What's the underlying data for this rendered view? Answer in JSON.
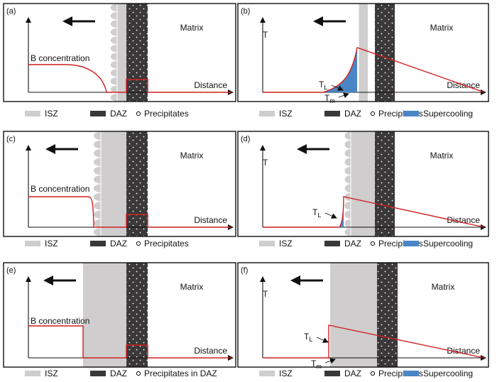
{
  "colors": {
    "isz": "#cfcdcd",
    "daz": "#3a3838",
    "curve": "#d11f1f",
    "supercooling": "#4a86c5",
    "frame": "#111111"
  },
  "panels": [
    {
      "tag": "(a)",
      "matrix": "Matrix",
      "y_label": "B concentration",
      "x_label": "Distance",
      "legend": {
        "isz": "ISZ",
        "daz": "DAZ",
        "ppt": "Precipitates"
      }
    },
    {
      "tag": "(b)",
      "matrix": "Matrix",
      "y_label": "T",
      "x_label": "Distance",
      "tl": "T",
      "tl_sub": "L",
      "tm": "T",
      "tm_sub": "m",
      "legend": {
        "isz": "ISZ",
        "daz": "DAZ",
        "ppt": "Precipitates",
        "sc": "Supercooling"
      }
    },
    {
      "tag": "(c)",
      "matrix": "Matrix",
      "y_label": "B concentration",
      "x_label": "Distance",
      "legend": {
        "isz": "ISZ",
        "daz": "DAZ",
        "ppt": "Precipitates"
      }
    },
    {
      "tag": "(d)",
      "matrix": "Matrix",
      "y_label": "T",
      "x_label": "Distance",
      "tl": "T",
      "tl_sub": "L",
      "legend": {
        "isz": "ISZ",
        "daz": "DAZ",
        "ppt": "Precipitates",
        "sc": "Supercooling"
      }
    },
    {
      "tag": "(e)",
      "matrix": "Matrix",
      "y_label": "B concentration",
      "x_label": "Distance",
      "legend": {
        "isz": "ISZ",
        "daz": "DAZ",
        "ppt": "Precipitates in DAZ"
      }
    },
    {
      "tag": "(f)",
      "matrix": "Matrix",
      "y_label": "T",
      "x_label": "Distance",
      "tl": "T",
      "tl_sub": "L",
      "tm": "T",
      "tm_sub": "m",
      "legend": {
        "isz": "ISZ",
        "daz": "DAZ",
        "ppt": "Precipitates",
        "sc": "Supercooling"
      }
    }
  ]
}
